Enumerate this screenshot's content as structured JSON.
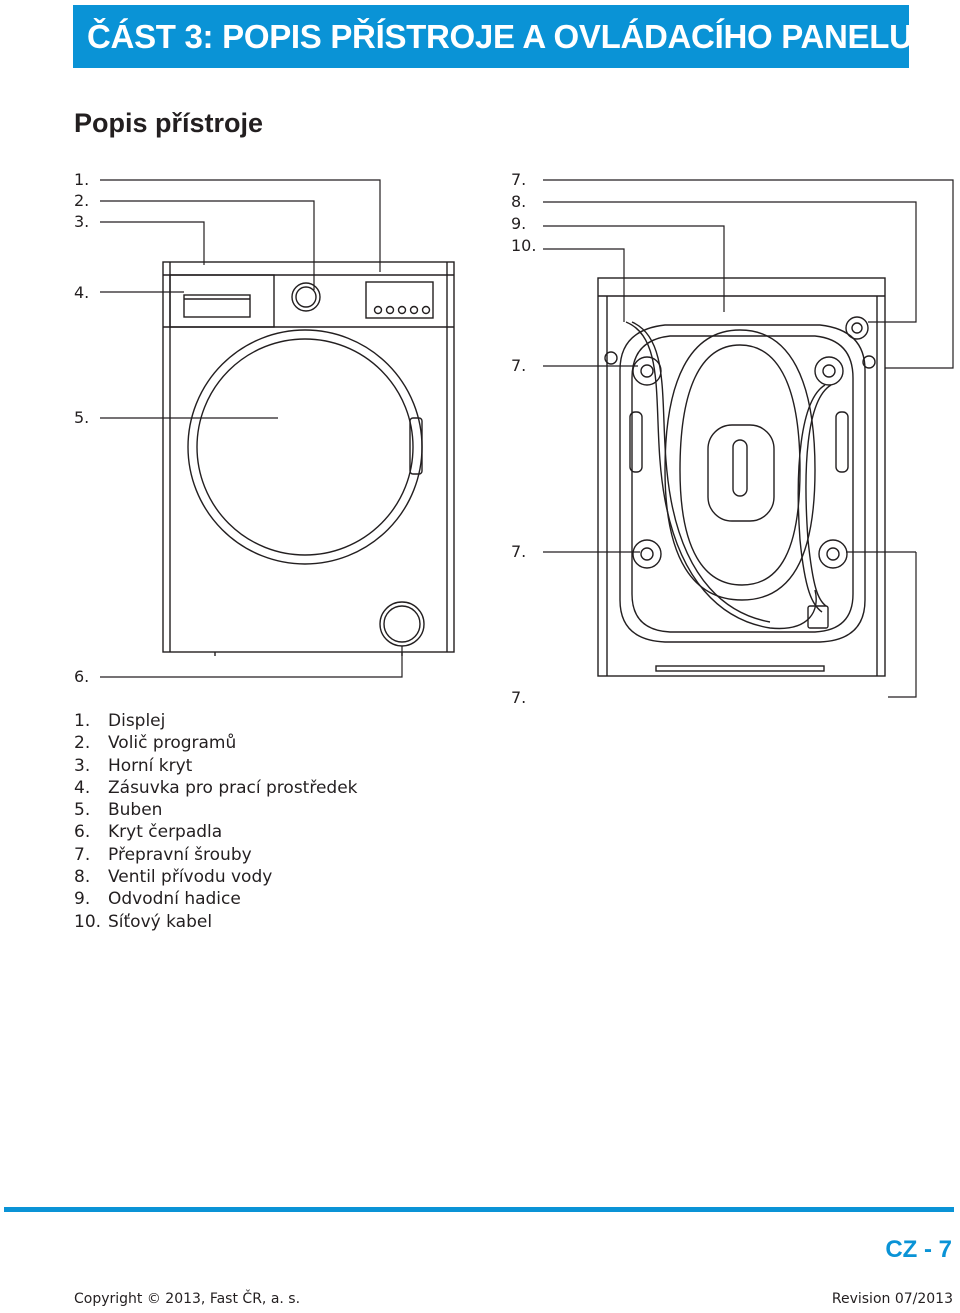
{
  "header": {
    "title": "ČÁST 3: POPIS PŘÍSTROJE A OVLÁDACÍHO PANELU",
    "bar_color": "#0a93d6"
  },
  "section": {
    "title": "Popis přístroje"
  },
  "front_callouts": [
    "1.",
    "2.",
    "3.",
    "4.",
    "5.",
    "6."
  ],
  "back_callouts": [
    "7.",
    "8.",
    "9.",
    "10.",
    "7.",
    "7.",
    "7."
  ],
  "legend": [
    {
      "num": "1.",
      "text": "Displej"
    },
    {
      "num": "2.",
      "text": "Volič programů"
    },
    {
      "num": "3.",
      "text": "Horní kryt"
    },
    {
      "num": "4.",
      "text": "Zásuvka pro prací prostředek"
    },
    {
      "num": "5.",
      "text": "Buben"
    },
    {
      "num": "6.",
      "text": "Kryt čerpadla"
    },
    {
      "num": "7.",
      "text": "Přepravní šrouby"
    },
    {
      "num": "8.",
      "text": "Ventil přívodu vody"
    },
    {
      "num": "9.",
      "text": "Odvodní hadice"
    },
    {
      "num": "10.",
      "text": "Síťový kabel"
    }
  ],
  "footer": {
    "page_number": "CZ - 7",
    "copyright": "Copyright © 2013, Fast ČR, a. s.",
    "revision": "Revision 07/2013"
  }
}
